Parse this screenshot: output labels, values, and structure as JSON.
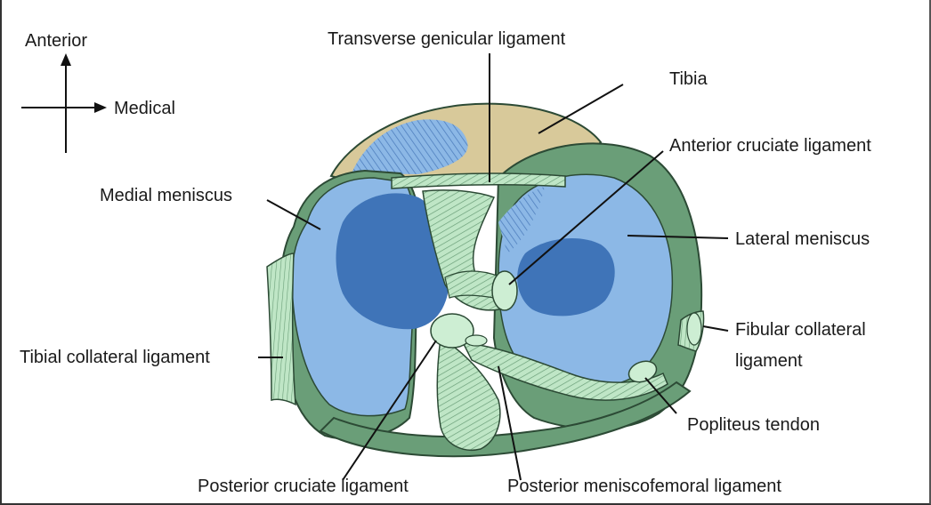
{
  "orientation": {
    "anterior": "Anterior",
    "medial": "Medical"
  },
  "labels": {
    "transverse_genicular_ligament": "Transverse genicular ligament",
    "tibia": "Tibia",
    "anterior_cruciate_ligament": "Anterior cruciate ligament",
    "medial_meniscus": "Medial meniscus",
    "lateral_meniscus": "Lateral meniscus",
    "tibial_collateral_ligament": "Tibial collateral ligament",
    "fibular_collateral_ligament_line1": "Fibular collateral",
    "fibular_collateral_ligament_line2": "ligament",
    "popliteus_tendon": "Popliteus tendon",
    "posterior_cruciate_ligament": "Posterior cruciate ligament",
    "posterior_meniscofemoral_ligament": "Posterior meniscofemoral ligament"
  },
  "colors": {
    "tibia_tan": "#d8c99a",
    "meniscus_green": "#6a9e78",
    "meniscus_outline": "#2c4a35",
    "condyle_light_blue": "#8cb8e6",
    "condyle_dark_blue": "#3f74b8",
    "ligament_green": "#bfe6c6",
    "ligament_stripe": "#6a9e78",
    "hatch_blue": "#5f8fcc"
  }
}
